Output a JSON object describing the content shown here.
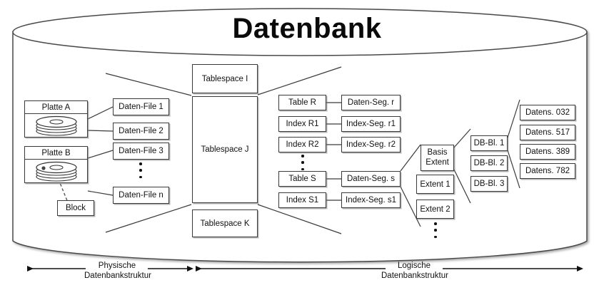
{
  "title": "Datenbank",
  "physical": {
    "disks": [
      {
        "label": "Platte A",
        "icon": "disk-platter-icon"
      },
      {
        "label": "Platte B",
        "icon": "disk-platter-icon"
      }
    ],
    "block": "Block",
    "datafiles": [
      "Daten-File 1",
      "Daten-File 2",
      "Daten-File 3",
      "Daten-File n"
    ],
    "datafiles_ellipsis": true
  },
  "tablespaces": [
    "Tablespace I",
    "Tablespace J",
    "Tablespace K"
  ],
  "objects": [
    "Table R",
    "Index R1",
    "Index R2",
    "Table S",
    "Index S1"
  ],
  "objects_ellipsis": true,
  "segments": [
    "Daten-Seg. r",
    "Index-Seg. r1",
    "Index-Seg. r2",
    "Daten-Seg. s",
    "Index-Seg. s1"
  ],
  "extents": [
    {
      "line1": "Basis",
      "line2": "Extent"
    },
    {
      "line1": "Extent 1",
      "line2": ""
    },
    {
      "line1": "Extent 2",
      "line2": ""
    }
  ],
  "extents_ellipsis": true,
  "blocks": [
    "DB-Bl. 1",
    "DB-Bl. 2",
    "DB-Bl. 3"
  ],
  "records": [
    "Datens. 032",
    "Datens. 517",
    "Datens. 389",
    "Datens. 782"
  ],
  "axes": [
    {
      "line1": "Physische",
      "line2": "Datenbankstruktur"
    },
    {
      "line1": "Logische",
      "line2": "Datenbankstruktur"
    }
  ],
  "colors": {
    "stroke": "#3a3a3a",
    "text": "#111111",
    "background": "#ffffff",
    "shadow": "#787878"
  }
}
